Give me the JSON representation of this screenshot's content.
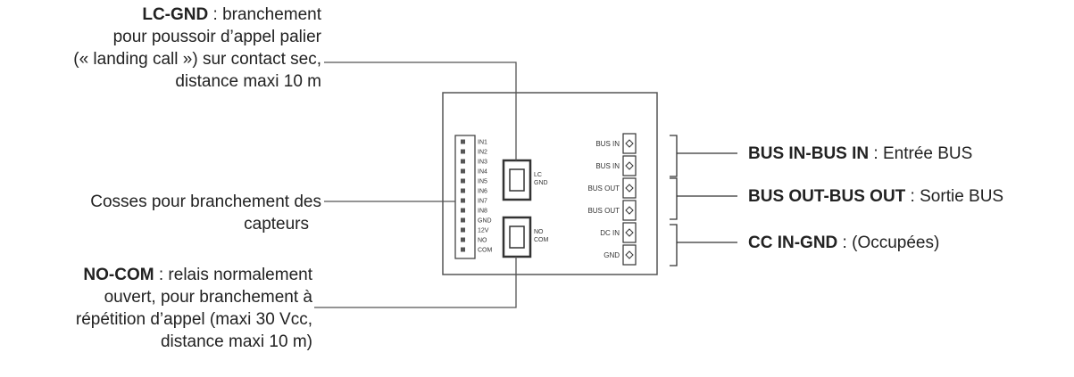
{
  "lc_gnd": {
    "title": "LC-GND",
    "sep": " : ",
    "line1": "branchement",
    "line2": "pour poussoir d’appel palier",
    "line3": "(« landing call ») sur contact sec,",
    "line4": "distance maxi 10 m"
  },
  "capteurs": {
    "line1": "Cosses pour branchement des",
    "line2": "capteurs"
  },
  "no_com": {
    "title": "NO-COM",
    "sep": " : ",
    "line1": "relais normalement",
    "line2": "ouvert, pour branchement à",
    "line3": "répétition d’appel (maxi 30 Vcc,",
    "line4": "distance maxi 10 m)"
  },
  "bus_in": {
    "title": "BUS IN-BUS IN",
    "sep": " : ",
    "desc": "Entrée BUS"
  },
  "bus_out": {
    "title": "BUS OUT-BUS OUT",
    "sep": " : ",
    "desc": "Sortie BUS"
  },
  "cc_in": {
    "title": "CC IN-GND",
    "sep": " : ",
    "desc": "(Occupées)"
  },
  "board": {
    "inputs": [
      "IN1",
      "IN2",
      "IN3",
      "IN4",
      "IN5",
      "IN6",
      "IN7",
      "IN8",
      "GND",
      "12V",
      "NO",
      "COM"
    ],
    "lc_connector": [
      "LC",
      "GND"
    ],
    "no_connector": [
      "NO",
      "COM"
    ],
    "terminals": [
      "BUS IN",
      "BUS IN",
      "BUS OUT",
      "BUS OUT",
      "DC IN",
      "GND"
    ]
  }
}
